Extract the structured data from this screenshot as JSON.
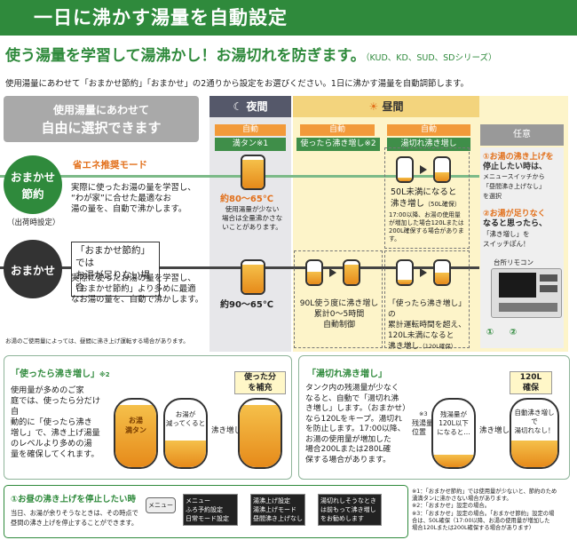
{
  "header": {
    "title": "一日に沸かす湯量を自動設定"
  },
  "subtitle": {
    "main": "使う湯量を学習して湯沸かし！お湯切れを防ぎます。",
    "series": "（KUD、KD、SUD、SDシリーズ）"
  },
  "intro": "使用湯量にあわせて「おまかせ節約」「おまかせ」の2通りから設定をお選びください。1日に沸かす湯量を自動調節します。",
  "grey_box": {
    "line1": "使用湯量にあわせて",
    "line2": "自由に選択できます"
  },
  "periods": {
    "night": "夜間",
    "day": "昼間",
    "optional": "任意"
  },
  "auto_label": "自動",
  "modes": {
    "night": "満タン",
    "night_note": "※1",
    "day1": "使ったら沸き増し",
    "day1_note": "※2",
    "day2": "湯切れ沸き増し"
  },
  "setsuyaku": {
    "circle1": "おまかせ",
    "circle2": "節約",
    "default": "（出荷時設定）",
    "mode": "省エネ推奨モード",
    "desc1": "実際に使ったお湯の量を学習し、",
    "desc2": "“わが家”に合せた最適なお",
    "desc3": "湯の量を、自動で沸かします。",
    "night_temp": "約80～65℃",
    "night_desc1": "使用湯量が少ない",
    "night_desc2": "場合は全量沸かさな",
    "night_desc3": "いことがあります。",
    "day_t1": "50L未満になると",
    "day_t2": "沸き増し",
    "day_t2b": "（50L確保）",
    "day_n1": "17:00以降、お湯の使用量",
    "day_n2": "が増加した場合120Lまたは",
    "day_n3": "200L確保する場合があります。"
  },
  "omakase": {
    "circle": "おまかせ",
    "head1": "「おまかせ節約」では",
    "head2": "お湯が足りない場合",
    "desc1": "実際に使ったお湯の量を学習し、",
    "desc2": "「おまかせ節約」より多めに最適",
    "desc3": "なお湯の量を、自動で沸かします。",
    "night_temp": "約90～65℃",
    "day1_t1": "90L使う度に沸き増し",
    "day1_t2": "累計0～5時間",
    "day1_t3": "自動制御",
    "day2_t1": "「使ったら沸き増し」の",
    "day2_t2": "累計運転時間を超え、",
    "day2_t3": "120L未満になると",
    "day2_t4": "沸き増し",
    "day2_t4b": "（120L確保）"
  },
  "optional": {
    "s1": "①お湯の沸き上げを",
    "s1b": "停止したい時は、",
    "s1c": "メニュースイッチから",
    "s1d": "「昼間沸き上げなし」",
    "s1e": "を選択",
    "s2": "②お湯が足りなく",
    "s2b": "なると思ったら、",
    "s2c": "「沸き増し」を",
    "s2d": "スイッチぽん！",
    "remote": "台所リモコン",
    "c1": "①",
    "c2": "②"
  },
  "usage_note": "お湯のご使用量によっては、昼間に沸き上げ運転する場合があります。",
  "box1": {
    "title": "「使ったら沸き増し」",
    "note": "※2",
    "desc1": "使用量が多めのご家",
    "desc2": "庭では、使ったら分だけ自",
    "desc3": "動的に「使ったら沸き",
    "desc4": "増し」で、沸き上げ湯量",
    "desc5": "のレベルより多めの湯",
    "desc6": "量を確保してくれます。",
    "tag1": "使った分",
    "tag2": "を補充",
    "tank1a": "お湯",
    "tank1b": "満タン",
    "tank2a": "お湯が",
    "tank2b": "減ってくると",
    "action": "沸き増し"
  },
  "box2": {
    "title": "「湯切れ沸き増し」",
    "desc1": "タンク内の残湯量が少なく",
    "desc2": "なると、自動で「湯切れ沸",
    "desc3": "き増し」します。（おまかせ）",
    "desc4": "なら120Lをキープ。湯切れ",
    "desc5": "を防止します。17:00以降、",
    "desc6": "お湯の使用量が増加した",
    "desc7": "場合200Lまたは280L確",
    "desc8": "保する場合があります。",
    "note3": "※3",
    "level1": "残湯量",
    "level2": "位置",
    "remain1": "残湯量が",
    "remain2": "120L以下",
    "remain3": "になると…",
    "action": "沸き増し",
    "tag1": "120L",
    "tag2": "確保",
    "bubble1": "自動沸き増し",
    "bubble2": "で",
    "bubble3": "湯切れなし！"
  },
  "bottom": {
    "title": "①お昼の沸き上げを停止したい時",
    "desc1": "当日、お湯が余りそうなときは、その時点で",
    "desc2": "昼間の沸き上げを停止することができます。",
    "menu": "メニュー",
    "scr1a": "メニュー",
    "scr1b": "ふろ予約設定",
    "scr1c": "日常モード設定",
    "scr2a": "湯沸上げ設定",
    "scr2b": "湯沸上げモード",
    "scr2c": "昼間沸き上げなし",
    "scr3a": "湯切れしそうなとき",
    "scr3b": "は前もって沸き増し",
    "scr3c": "をお勧めします"
  },
  "footnotes": {
    "n1": "※1：「おまかせ節約」では使用量が少ないと、節約のため",
    "n1b": "湧満タンに沸かさない場合があります。",
    "n2": "※2：「おまかせ」設定の場合。",
    "n3": "※3：「おまかせ」設定の場合。「おまかせ節約」設定の場",
    "n3b": "合は、50L確保（17:00以降、お湯の使用量が増加した",
    "n3c": "場合120Lまたは200L確保する場合があります）"
  },
  "colors": {
    "green": "#2f8a3c",
    "orange": "#f29a3a",
    "night": "#55586a",
    "day": "#f3d47d"
  }
}
